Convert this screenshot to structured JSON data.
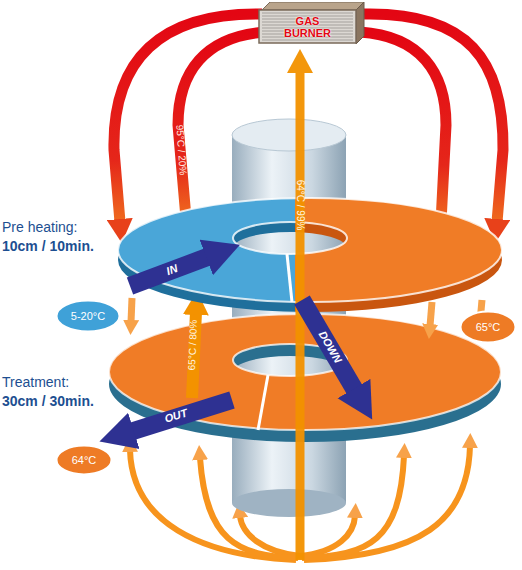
{
  "diagram": {
    "nodes": [
      {
        "text": [
          "GAS BURNER"
        ]
      },
      {
        "text": [
          "5-20°C"
        ]
      },
      {
        "text": [
          "65°C"
        ]
      },
      {
        "text": [
          "64°C"
        ]
      }
    ],
    "labels": [
      "95°C / 20%",
      "64°C / 99%",
      "Pre heating:",
      "10cm / 10min.",
      "IN",
      "DOWN",
      "65°C / 80%",
      "Treatment:",
      "30cm / 30min.",
      "OUT"
    ]
  }
}
